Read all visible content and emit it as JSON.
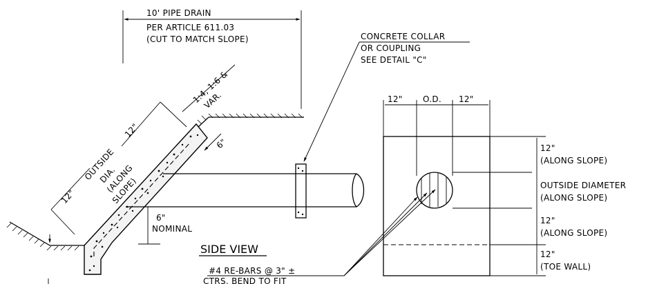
{
  "labels": {
    "pipe_drain": [
      "10' PIPE DRAIN",
      "PER ARTICLE 611.03",
      "(CUT TO MATCH SLOPE)"
    ],
    "collar": [
      "CONCRETE COLLAR",
      "OR COUPLING",
      "SEE DETAIL \"C\""
    ],
    "slope": [
      "1:4, 1:6 &",
      "VAR."
    ],
    "dim_12_top": "12\"",
    "outside_dia": [
      "OUTSIDE",
      "DIA.",
      "(ALONG",
      "SLOPE)"
    ],
    "dim_12_left": "12\"",
    "dim_6": "6\"",
    "nominal": [
      "6\"",
      "NOMINAL"
    ],
    "side_view": "SIDE VIEW",
    "rebars": [
      "#4 RE-BARS @ 3\" ±",
      "CTRS. BEND TO FIT"
    ],
    "front_top": [
      "12\"",
      "O.D.",
      "12\""
    ],
    "front_right": [
      [
        "12\"",
        "(ALONG SLOPE)"
      ],
      [
        "OUTSIDE DIAMETER",
        "(ALONG SLOPE)"
      ],
      [
        "12\"",
        "(ALONG SLOPE)"
      ],
      [
        "12\"",
        "(TOE WALL)"
      ]
    ]
  }
}
